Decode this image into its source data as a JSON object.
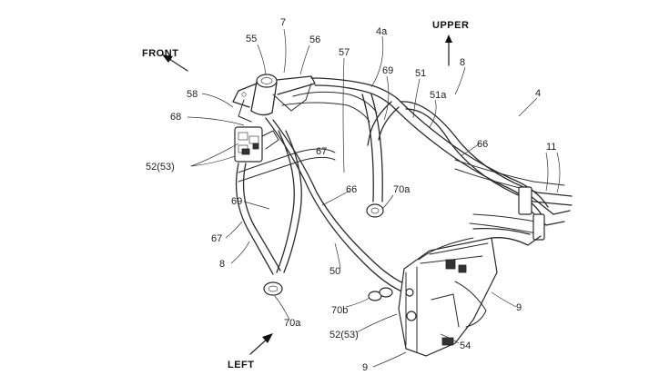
{
  "directions": {
    "front": "FRONT",
    "upper": "UPPER",
    "left": "LEFT"
  },
  "labels": {
    "l7": "7",
    "l55": "55",
    "l56": "56",
    "l4a": "4a",
    "l57": "57",
    "l69_top": "69",
    "l51": "51",
    "l8_top": "8",
    "l51a": "51a",
    "l4": "4",
    "l58": "58",
    "l68": "68",
    "l66_right": "66",
    "l11": "11",
    "l67_mid": "67",
    "l52_53_left": "52(53)",
    "l70a_right": "70a",
    "l66_mid": "66",
    "l69_left": "69",
    "l67_left": "67",
    "l8_left": "8",
    "l50": "50",
    "l9_right": "9",
    "l70b": "70b",
    "l52_53_bottom": "52(53)",
    "l54": "54",
    "l70a_bottom": "70a",
    "l9_bottom": "9"
  }
}
